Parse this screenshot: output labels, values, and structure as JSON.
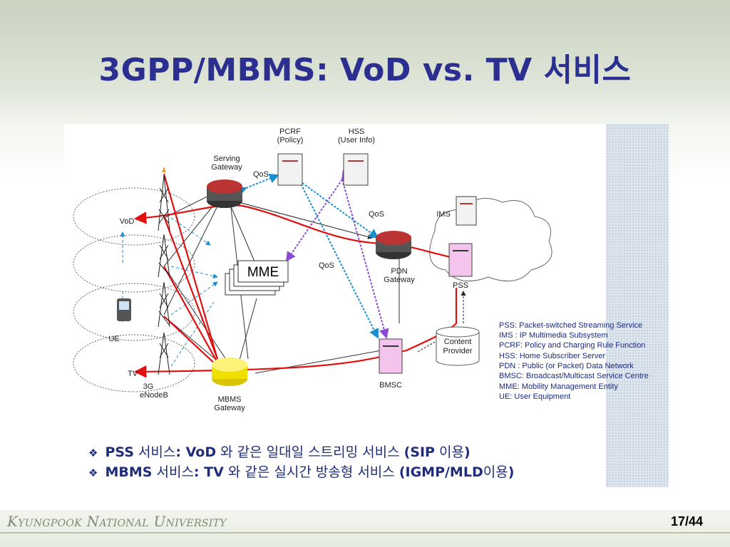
{
  "title": "3GPP/MBMS: VoD vs. TV 서비스",
  "diagram": {
    "pcrf_label": [
      "PCRF",
      "(Policy)"
    ],
    "hss_label": [
      "HSS",
      "(User Info)"
    ],
    "serving_gateway_label": [
      "Serving",
      "Gateway"
    ],
    "qos_label": "QoS",
    "ims_label": "IMS",
    "pdn_gateway_label": [
      "PDN",
      "Gateway"
    ],
    "pss_label": "PSS",
    "mme_label": "MME",
    "vod_label": "VoD",
    "ue_label": "UE",
    "tv_label": "TV",
    "enodeb_label": [
      "3G",
      "eNodeB"
    ],
    "mbms_gateway_label": [
      "MBMS",
      "Gateway"
    ],
    "bmsc_label": "BMSC",
    "content_provider_label": [
      "Content",
      "Provider"
    ],
    "legend": [
      "PSS: Packet-switched Streaming Service",
      "IMS : IP Multimedia Subsystem",
      "PCRF: Policy and Charging Rule Function",
      "HSS: Home Subscriber Server",
      "PDN : Public (or Packet) Data Network",
      "BMSC: Broadcast/Multicast Service Centre",
      "MME: Mobility Management Entity",
      "UE: User Equipment"
    ]
  },
  "bullets": [
    {
      "term": "PSS",
      "text1": " 서비스",
      "colon": ":",
      "term2": " VoD",
      "text2": " 와 같은 일대일 스트리밍 서비스 ",
      "paren": "(SIP",
      "text3": " 이용",
      "close": ")"
    },
    {
      "term": "MBMS",
      "text1": " 서비스",
      "colon": ":",
      "term2": " TV",
      "text2": " 와 같은 실시간 방송형 서비스  ",
      "paren": "(IGMP/MLD",
      "text3": "이용",
      "close": ")"
    }
  ],
  "footer": {
    "university": "Kyungpook National University",
    "page": "17/44"
  },
  "colors": {
    "title": "#2b2f8f",
    "red_flow": "#e01010",
    "qos_blue": "#1a8fd0",
    "qos_purple": "#8a4bd0"
  }
}
